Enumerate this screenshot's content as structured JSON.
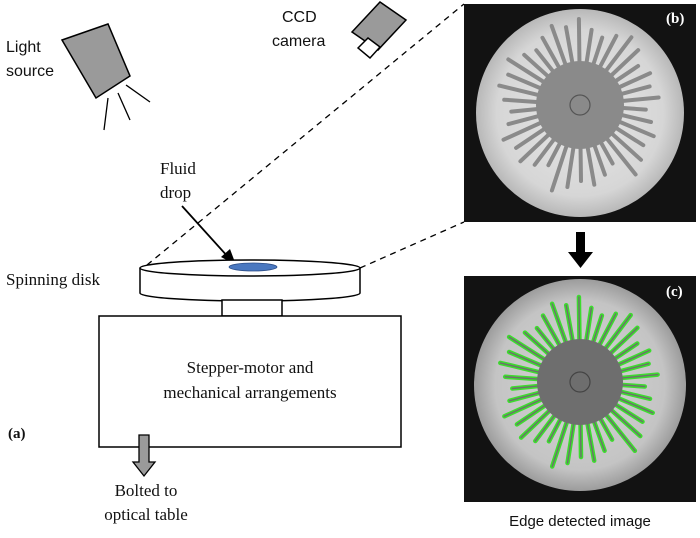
{
  "labels": {
    "light_source_line1": "Light",
    "light_source_line2": "source",
    "camera_line1": "CCD",
    "camera_line2": "camera",
    "fluid_line1": "Fluid",
    "fluid_line2": "drop",
    "spinning_disk": "Spinning disk",
    "motor_line1": "Stepper-motor and",
    "motor_line2": "mechanical arrangements",
    "panel_a": "(a)",
    "panel_b": "(b)",
    "panel_c": "(c)",
    "bolted_line1": "Bolted to",
    "bolted_line2": "optical table",
    "edge_caption": "Edge detected image"
  },
  "colors": {
    "device_gray": "#9a9a9a",
    "fluid_blue": "#4a78c0",
    "edge_green": "#3ddc2e",
    "fingers_gray": "#8a8a8a",
    "disk_white": "#dedede",
    "photo_dark": "#121212"
  }
}
